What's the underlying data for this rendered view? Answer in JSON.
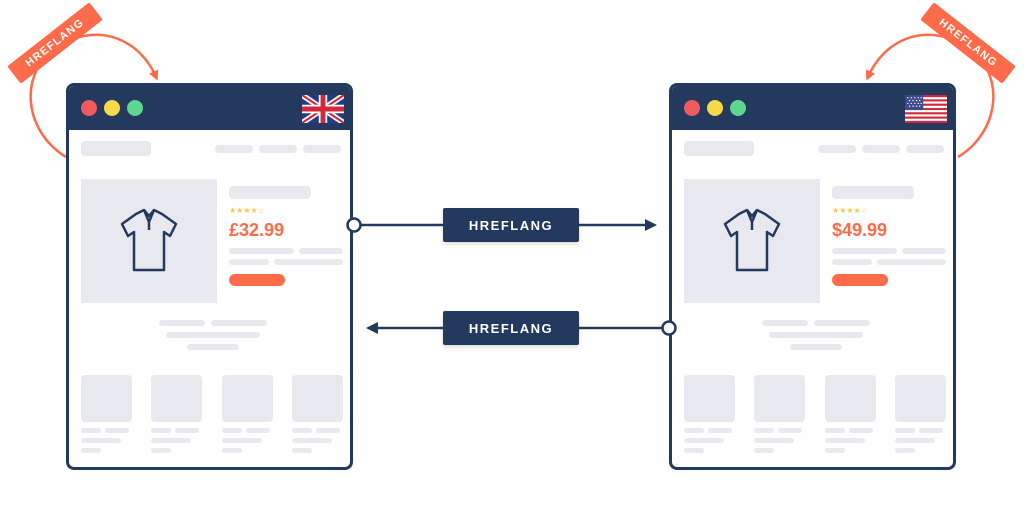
{
  "labels": {
    "top_arrow": "HREFLANG",
    "bottom_arrow": "HREFLANG",
    "left_tag": "HREFLANG",
    "right_tag": "HREFLANG"
  },
  "uk_page": {
    "flag": "uk-flag-icon",
    "product_icon": "polo-shirt-icon",
    "price": "£32.99",
    "rating": "★★★★☆"
  },
  "us_page": {
    "flag": "us-flag-icon",
    "product_icon": "polo-shirt-icon",
    "price": "$49.99",
    "rating": "★★★★☆"
  },
  "colors": {
    "navy": "#233a5e",
    "accent": "#fe6b4a",
    "placeholder": "#e7e9ee",
    "star": "#f6c84a"
  }
}
